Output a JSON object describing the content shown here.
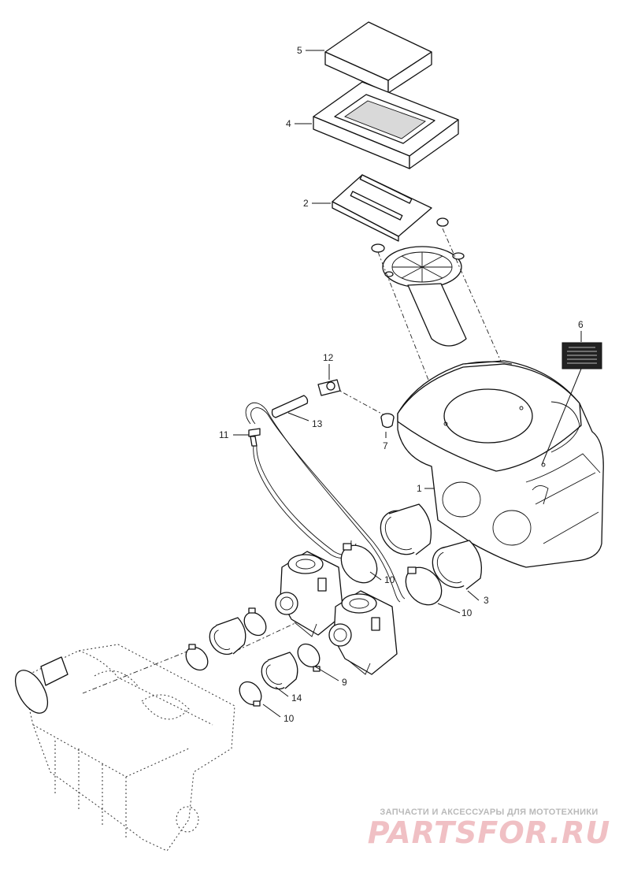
{
  "callouts": [
    {
      "id": "c1",
      "label": "1"
    },
    {
      "id": "c2",
      "label": "2"
    },
    {
      "id": "c3",
      "label": "3"
    },
    {
      "id": "c4",
      "label": "4"
    },
    {
      "id": "c5",
      "label": "5"
    },
    {
      "id": "c6",
      "label": "6"
    },
    {
      "id": "c7",
      "label": "7"
    },
    {
      "id": "c9",
      "label": "9"
    },
    {
      "id": "c10a",
      "label": "10"
    },
    {
      "id": "c10b",
      "label": "10"
    },
    {
      "id": "c10c",
      "label": "10"
    },
    {
      "id": "c11",
      "label": "11"
    },
    {
      "id": "c12",
      "label": "12"
    },
    {
      "id": "c13",
      "label": "13"
    },
    {
      "id": "c14",
      "label": "14"
    }
  ],
  "watermark": {
    "tagline": "ЗАПЧАСТИ И АКСЕССУАРЫ ДЛЯ МОТОТЕХНИКИ",
    "logo": "PARTSFOR.RU"
  }
}
